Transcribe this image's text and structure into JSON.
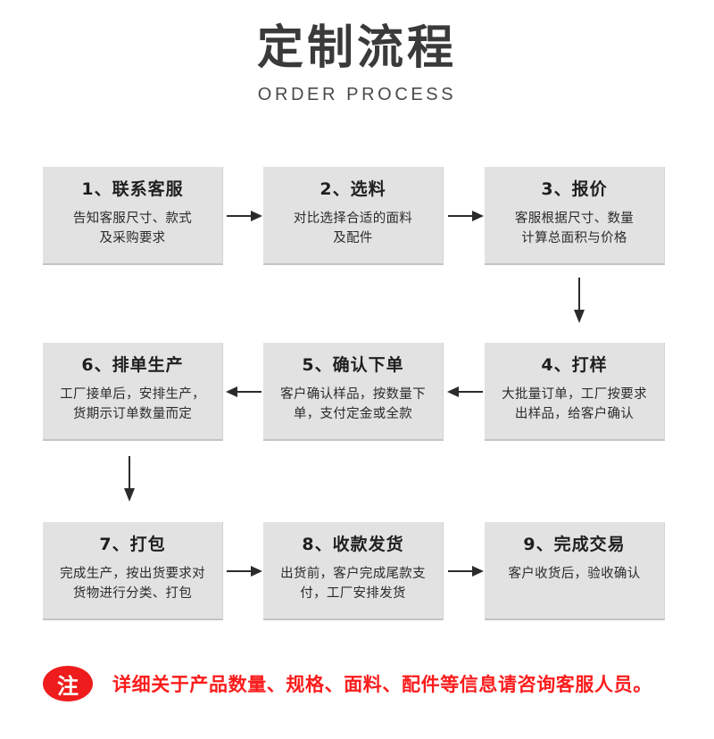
{
  "header": {
    "title_cn": "定制流程",
    "title_en": "ORDER PROCESS"
  },
  "colors": {
    "box_fill": "#e2e2e2",
    "box_border": "#c4c4c4",
    "arrow": "#2b2b2b",
    "note_red": "#fb1c1c",
    "badge_red": "#ee1c1c",
    "title_text": "#3a3a3a"
  },
  "flow": {
    "steps": [
      {
        "index": "1",
        "title": "1、联系客服",
        "desc": "告知客服尺寸、款式及采购要求",
        "desc_lines": [
          "告知客服尺寸、款式",
          "及采购要求"
        ]
      },
      {
        "index": "2",
        "title": "2、选料",
        "desc": "对比选择合适的面料及配件",
        "desc_lines": [
          "对比选择合适的面料",
          "及配件"
        ]
      },
      {
        "index": "3",
        "title": "3、报价",
        "desc": "客服根据尺寸、数量计算总面积与价格",
        "desc_lines": [
          "客服根据尺寸、数量",
          "计算总面积与价格"
        ]
      },
      {
        "index": "4",
        "title": "4、打样",
        "desc": "大批量订单，工厂按要求出样品，给客户确认",
        "desc_lines": [
          "大批量订单，工厂按要求",
          "出样品，给客户确认"
        ]
      },
      {
        "index": "5",
        "title": "5、确认下单",
        "desc": "客户确认样品，按数量下单，支付定金或全款",
        "desc_lines": [
          "客户确认样品，按数量下",
          "单，支付定金或全款"
        ]
      },
      {
        "index": "6",
        "title": "6、排单生产",
        "desc": "工厂接单后，安排生产，货期示订单数量而定",
        "desc_lines": [
          "工厂接单后，安排生产，",
          "货期示订单数量而定"
        ]
      },
      {
        "index": "7",
        "title": "7、打包",
        "desc": "完成生产，按出货要求对货物进行分类、打包",
        "desc_lines": [
          "完成生产，按出货要求对",
          "货物进行分类、打包"
        ]
      },
      {
        "index": "8",
        "title": "8、收款发货",
        "desc": "出货前，客户完成尾款支付，工厂安排发货",
        "desc_lines": [
          "出货前，客户完成尾款支",
          "付，工厂安排发货"
        ]
      },
      {
        "index": "9",
        "title": "9、完成交易",
        "desc": "客户收货后，验收确认",
        "desc_lines": [
          "客户收货后，验收确认",
          ""
        ]
      }
    ],
    "connectors": [
      {
        "name": "arrow-step-1-to-2",
        "direction": "right"
      },
      {
        "name": "arrow-step-2-to-3",
        "direction": "right"
      },
      {
        "name": "arrow-step-3-to-4",
        "direction": "down"
      },
      {
        "name": "arrow-step-4-to-5",
        "direction": "left"
      },
      {
        "name": "arrow-step-5-to-6",
        "direction": "left"
      },
      {
        "name": "arrow-step-6-to-7",
        "direction": "down"
      },
      {
        "name": "arrow-step-7-to-8",
        "direction": "right"
      },
      {
        "name": "arrow-step-8-to-9",
        "direction": "right"
      }
    ]
  },
  "note": {
    "badge_label": "注",
    "text": "详细关于产品数量、规格、面料、配件等信息请咨询客服人员。"
  }
}
